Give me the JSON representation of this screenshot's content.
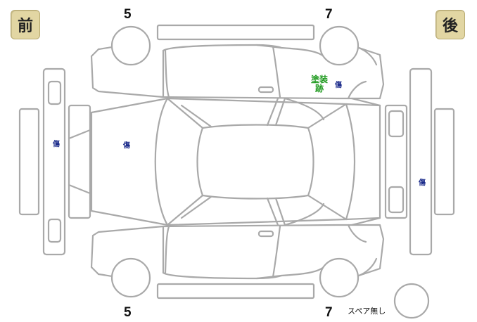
{
  "labels": {
    "front": "前",
    "rear": "後"
  },
  "tires": {
    "top_front": "5",
    "top_rear": "7",
    "bottom_front": "5",
    "bottom_rear": "7"
  },
  "damage": {
    "front_bumper": "傷",
    "hood": "傷",
    "rear_right_door": "傷",
    "rear_bumper": "傷",
    "paint_trace": [
      "塗装",
      "跡"
    ]
  },
  "spare": "スペア無し",
  "colors": {
    "badge_bg": "#e2d6a3",
    "scratch": "#1a2a8a",
    "paint": "#1f9a1f",
    "outline": "#a9a9a9"
  }
}
